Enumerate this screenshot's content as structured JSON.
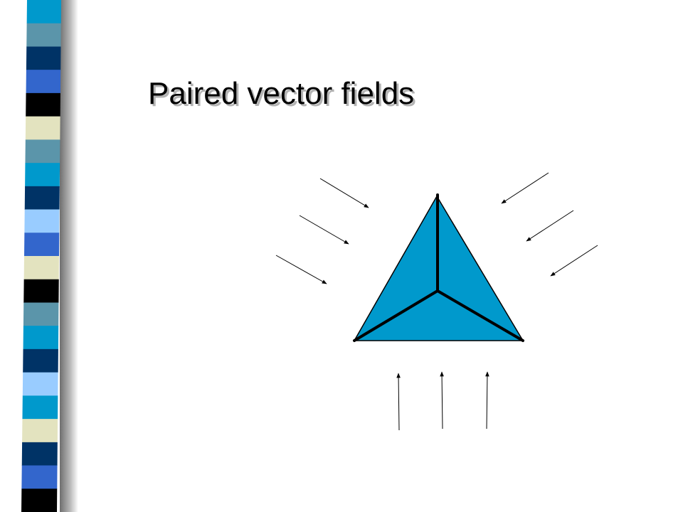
{
  "slide": {
    "title": "Paired vector fields"
  },
  "colors": {
    "background": "#ffffff",
    "triangle_fill": "#0099cc",
    "edge": "#000000",
    "title_shadow": "#b3b3b3",
    "strip_palette": [
      "#0099cc",
      "#5b95aa",
      "#003366",
      "#3366cc",
      "#000000",
      "#e3e3bf",
      "#99ccff"
    ]
  },
  "strip": {
    "bands": [
      "#0099cc",
      "#5b95aa",
      "#003366",
      "#3366cc",
      "#000000",
      "#e3e3bf",
      "#5b95aa",
      "#0099cc",
      "#003366",
      "#99ccff",
      "#3366cc",
      "#e3e3bf",
      "#000000",
      "#5b95aa",
      "#0099cc",
      "#003366",
      "#99ccff",
      "#0099cc",
      "#e3e3bf",
      "#003366",
      "#3366cc",
      "#000000"
    ]
  },
  "diagram": {
    "shape": "triangle",
    "edges": 3,
    "spokes": 3,
    "arrow_groups": [
      {
        "side": "upper-left",
        "count": 3,
        "direction": "down-right"
      },
      {
        "side": "upper-right",
        "count": 3,
        "direction": "down-left"
      },
      {
        "side": "bottom",
        "count": 3,
        "direction": "up"
      }
    ]
  }
}
